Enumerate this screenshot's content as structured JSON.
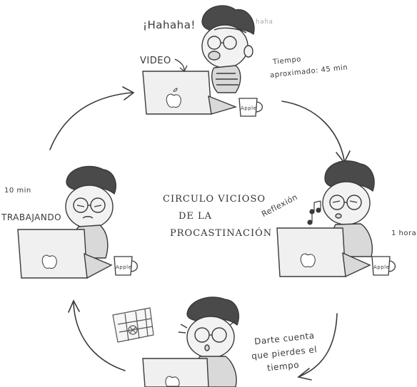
{
  "title_lines": [
    "Circulo vicioso",
    "de la",
    "Procastinación"
  ],
  "top": {
    "shout": "¡Hahaha!",
    "laugh_small": "haha",
    "label": "Video",
    "time_note_line1": "Tiempo",
    "time_note_line2": "aproximado: 45 min"
  },
  "right": {
    "label": "Reflexión",
    "time_note": "1 hora"
  },
  "bottom": {
    "note_line1": "Darte cuenta",
    "note_line2": "que pierdes el",
    "note_line3": "tiempo"
  },
  "left": {
    "time_note": "10 min",
    "label": "Trabajando"
  },
  "mug_text": "Apple",
  "colors": {
    "line": "#3a3a3a",
    "shade": "#d9d9d9",
    "skin": "#f2f2f2",
    "hair": "#4a4a4a"
  }
}
